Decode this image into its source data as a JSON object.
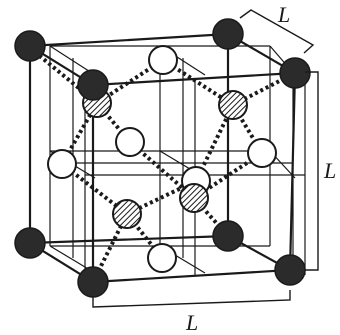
{
  "figure": {
    "dimension_labels": [
      "L",
      "L",
      "L"
    ],
    "atoms": {
      "corner": {
        "fill": "#2b2b2b",
        "stroke": "#1a1a1a"
      },
      "face": {
        "fill": "#ffffff",
        "stroke": "#1a1a1a"
      },
      "interior": {
        "fill": "#ffffff",
        "hatch": "#1a1a1a",
        "stroke": "#1a1a1a"
      }
    }
  }
}
